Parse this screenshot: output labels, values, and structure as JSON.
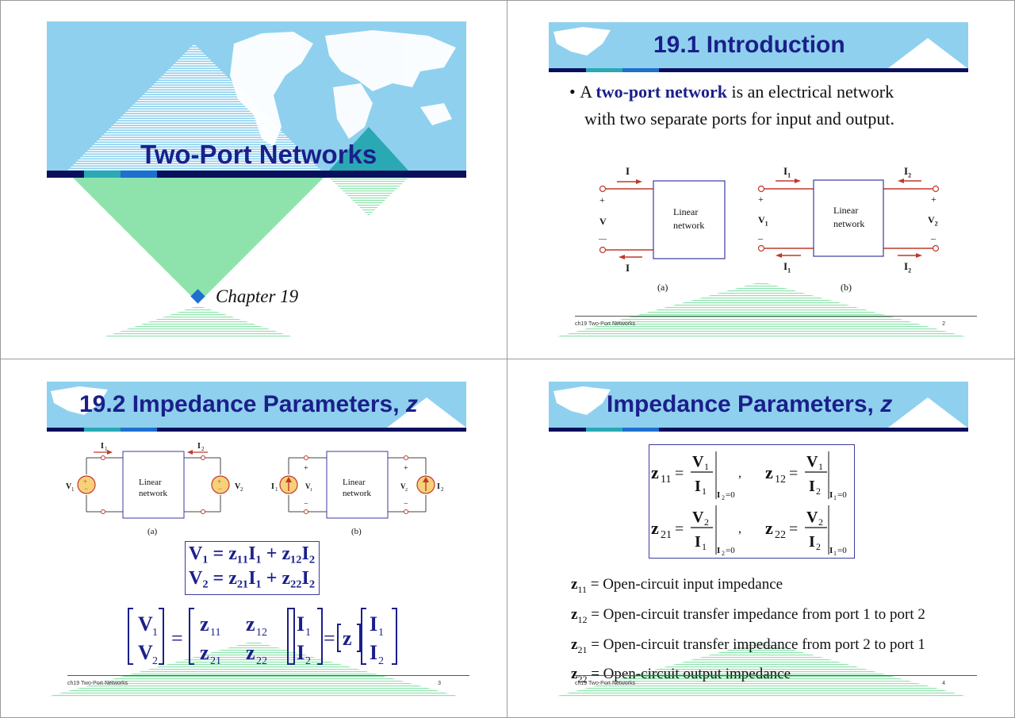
{
  "slide1": {
    "title": "Two-Port Networks",
    "chapter": "Chapter 19"
  },
  "slide2": {
    "title": "19.1 Introduction",
    "bullet_prefix": "A ",
    "bullet_bold": "two-port network",
    "bullet_rest": " is an electrical network",
    "bullet_line2": "with two separate ports for input and output.",
    "fig_a": {
      "current": "I",
      "voltage": "V",
      "plus": "+",
      "minus": "—",
      "box_line1": "Linear",
      "box_line2": "network",
      "caption": "(a)"
    },
    "fig_b": {
      "i1": "I",
      "i1_sub": "1",
      "i2": "I",
      "i2_sub": "2",
      "v1": "V",
      "v1_sub": "1",
      "v2": "V",
      "v2_sub": "2",
      "plus": "+",
      "minus": "–",
      "box_line1": "Linear",
      "box_line2": "network",
      "caption": "(b)"
    },
    "footer_left": "ch19 Two-Port Networks",
    "footer_right": "2"
  },
  "slide3": {
    "title_main": "19.2 Impedance Parameters, ",
    "title_var": "z",
    "fig_a_caption": "(a)",
    "fig_b_caption": "(b)",
    "box_line1": "Linear",
    "box_line2": "network",
    "eq1": "V₁ = z₁₁I₁ + z₁₂I₂",
    "eq2": "V₂ = z₂₁I₁ + z₂₂I₂",
    "footer_left": "ch19 Two-Port Networks",
    "footer_right": "3"
  },
  "slide4": {
    "title_main": "Impedance Parameters, ",
    "title_var": "z",
    "defs": [
      {
        "sym": "z",
        "sub": "11",
        "text": " = Open-circuit input impedance"
      },
      {
        "sym": "z",
        "sub": "12",
        "text": " = Open-circuit transfer impedance from port 1 to port 2"
      },
      {
        "sym": "z",
        "sub": "21",
        "text": " = Open-circuit transfer impedance from port 2 to port 1"
      },
      {
        "sym": "z",
        "sub": "22",
        "text": " = Open-circuit output impedance"
      }
    ],
    "footer_left": "ch19 Two-Port Networks",
    "footer_right": "4"
  },
  "colors": {
    "title_blue": "#1b1f8a",
    "sky": "#8fd0ee",
    "navy_bar": "#0a0f5c",
    "teal": "#2aa9b5",
    "mint": "#8ee3ad",
    "wire_red": "#c0392b"
  }
}
